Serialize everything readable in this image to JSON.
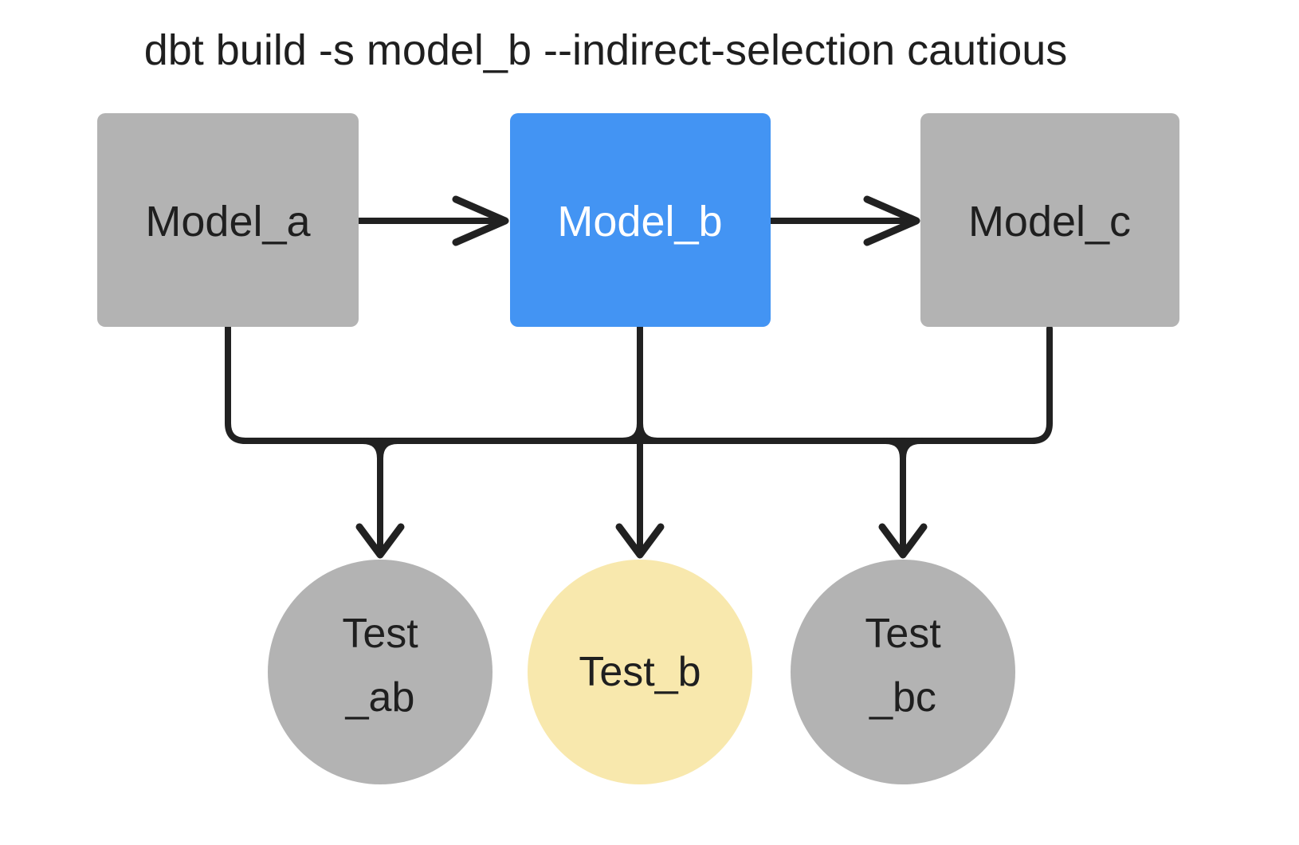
{
  "title": "dbt build -s model_b --indirect-selection cautious",
  "colors": {
    "background": "#ffffff",
    "edge": "#212121",
    "model_fill": "#b3b3b3",
    "selected_model_fill": "#4394f3",
    "test_fill": "#b3b3b3",
    "selected_test_fill": "#f8e8ad",
    "model_label": "#1f1f1f",
    "selected_model_label": "#ffffff",
    "test_label": "#1f1f1f"
  },
  "nodes": {
    "model_a": {
      "type": "model",
      "selected": false,
      "label": "Model_a"
    },
    "model_b": {
      "type": "model",
      "selected": true,
      "label": "Model_b"
    },
    "model_c": {
      "type": "model",
      "selected": false,
      "label": "Model_c"
    },
    "test_ab": {
      "type": "test",
      "selected": false,
      "line1": "Test",
      "line2": "_ab"
    },
    "test_b": {
      "type": "test",
      "selected": true,
      "line1": "Test_b"
    },
    "test_bc": {
      "type": "test",
      "selected": false,
      "line1": "Test",
      "line2": "_bc"
    }
  },
  "edges": [
    {
      "from": "model_a",
      "to": "model_b"
    },
    {
      "from": "model_b",
      "to": "model_c"
    },
    {
      "from": "model_a",
      "to": "test_ab"
    },
    {
      "from": "model_b",
      "to": "test_ab"
    },
    {
      "from": "model_b",
      "to": "test_b"
    },
    {
      "from": "model_b",
      "to": "test_bc"
    },
    {
      "from": "model_c",
      "to": "test_bc"
    }
  ]
}
